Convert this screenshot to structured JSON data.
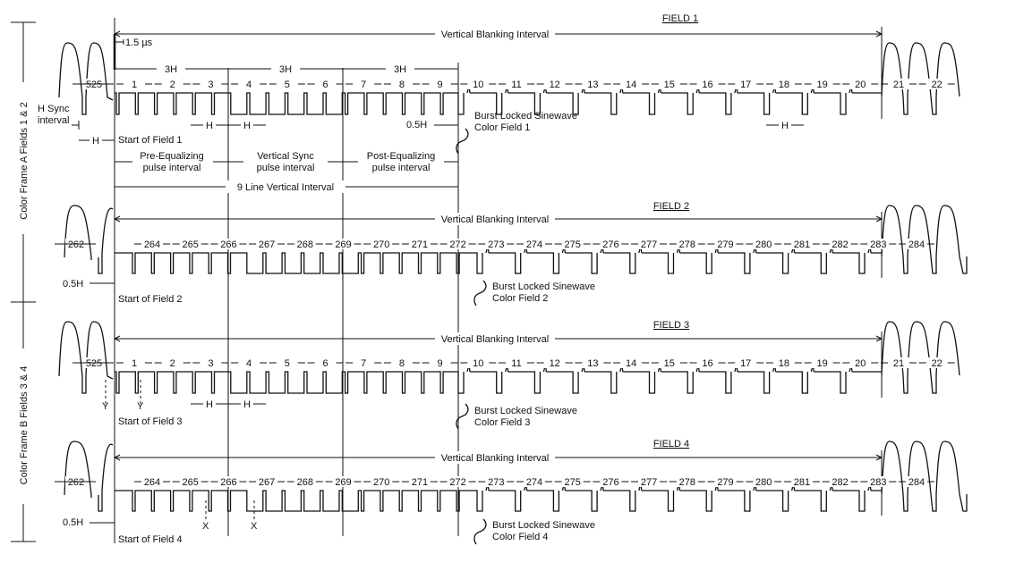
{
  "diagram": {
    "left_label_a": "Color Frame A Fields 1 & 2",
    "left_label_b": "Color Frame B Fields 3 & 4",
    "vbi_label": "Vertical Blanking Interval",
    "burst_line1": "Burst Locked Sinewave",
    "fields": [
      {
        "id": "field-1",
        "title": "FIELD 1",
        "start_label": "Start of Field 1",
        "burst_line2": "Color Field 1",
        "pre_line": "525",
        "lines": [
          "1",
          "2",
          "3",
          "4",
          "5",
          "6",
          "7",
          "8",
          "9",
          "10",
          "11",
          "12",
          "13",
          "14",
          "15",
          "16",
          "17",
          "18",
          "19",
          "20",
          "21",
          "22"
        ]
      },
      {
        "id": "field-2",
        "title": "FIELD 2",
        "start_label": "Start of Field 2",
        "burst_line2": "Color Field 2",
        "pre_line": "262",
        "lines": [
          "264",
          "265",
          "266",
          "267",
          "268",
          "269",
          "270",
          "271",
          "272",
          "273",
          "274",
          "275",
          "276",
          "277",
          "278",
          "279",
          "280",
          "281",
          "282",
          "283",
          "284"
        ]
      },
      {
        "id": "field-3",
        "title": "FIELD 3",
        "start_label": "Start of Field 3",
        "burst_line2": "Color Field 3",
        "pre_line": "525",
        "lines": [
          "1",
          "2",
          "3",
          "4",
          "5",
          "6",
          "7",
          "8",
          "9",
          "10",
          "11",
          "12",
          "13",
          "14",
          "15",
          "16",
          "17",
          "18",
          "19",
          "20",
          "21",
          "22"
        ]
      },
      {
        "id": "field-4",
        "title": "FIELD 4",
        "start_label": "Start of Field 4",
        "burst_line2": "Color Field 4",
        "pre_line": "262",
        "lines": [
          "264",
          "265",
          "266",
          "267",
          "268",
          "269",
          "270",
          "271",
          "272",
          "273",
          "274",
          "275",
          "276",
          "277",
          "278",
          "279",
          "280",
          "281",
          "282",
          "283",
          "284"
        ]
      }
    ],
    "annotations": {
      "micro": "1.5 µs",
      "three_h": "3H",
      "h": "H",
      "half_h": "0.5H",
      "h_sync_1": "H Sync",
      "h_sync_2": "interval",
      "pre_eq_1": "Pre-Equalizing",
      "pre_eq_2": "pulse interval",
      "vsync_1": "Vertical Sync",
      "vsync_2": "pulse interval",
      "post_eq_1": "Post-Equalizing",
      "post_eq_2": "pulse interval",
      "nine_line": "9 Line Vertical Interval",
      "y_marker": "Y",
      "x_marker": "X"
    }
  }
}
